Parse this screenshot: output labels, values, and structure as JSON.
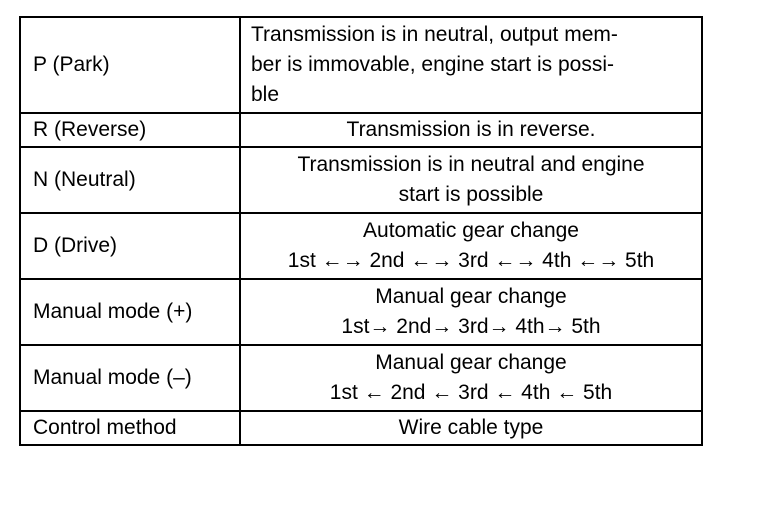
{
  "table": {
    "rows": [
      {
        "position": "P (Park)",
        "lines": [
          "Transmission is in neutral, output mem-",
          "ber is immovable, engine start is possi-",
          "ble"
        ]
      },
      {
        "position": "R (Reverse)",
        "lines": [
          "Transmission is in reverse."
        ]
      },
      {
        "position": "N (Neutral)",
        "lines": [
          "Transmission is in neutral and engine",
          "start is possible"
        ]
      },
      {
        "position": "D (Drive)",
        "lines": [
          "Automatic gear change",
          "1st ←→ 2nd ←→ 3rd ←→ 4th ←→ 5th"
        ]
      },
      {
        "position": "Manual mode (+)",
        "lines": [
          "Manual gear change",
          "1st→ 2nd→ 3rd→ 4th→ 5th"
        ]
      },
      {
        "position": "Manual mode (–)",
        "lines": [
          "Manual gear change",
          "1st ← 2nd ← 3rd ← 4th ← 5th"
        ]
      },
      {
        "position": "Control method",
        "lines": [
          "Wire cable type"
        ]
      }
    ]
  }
}
